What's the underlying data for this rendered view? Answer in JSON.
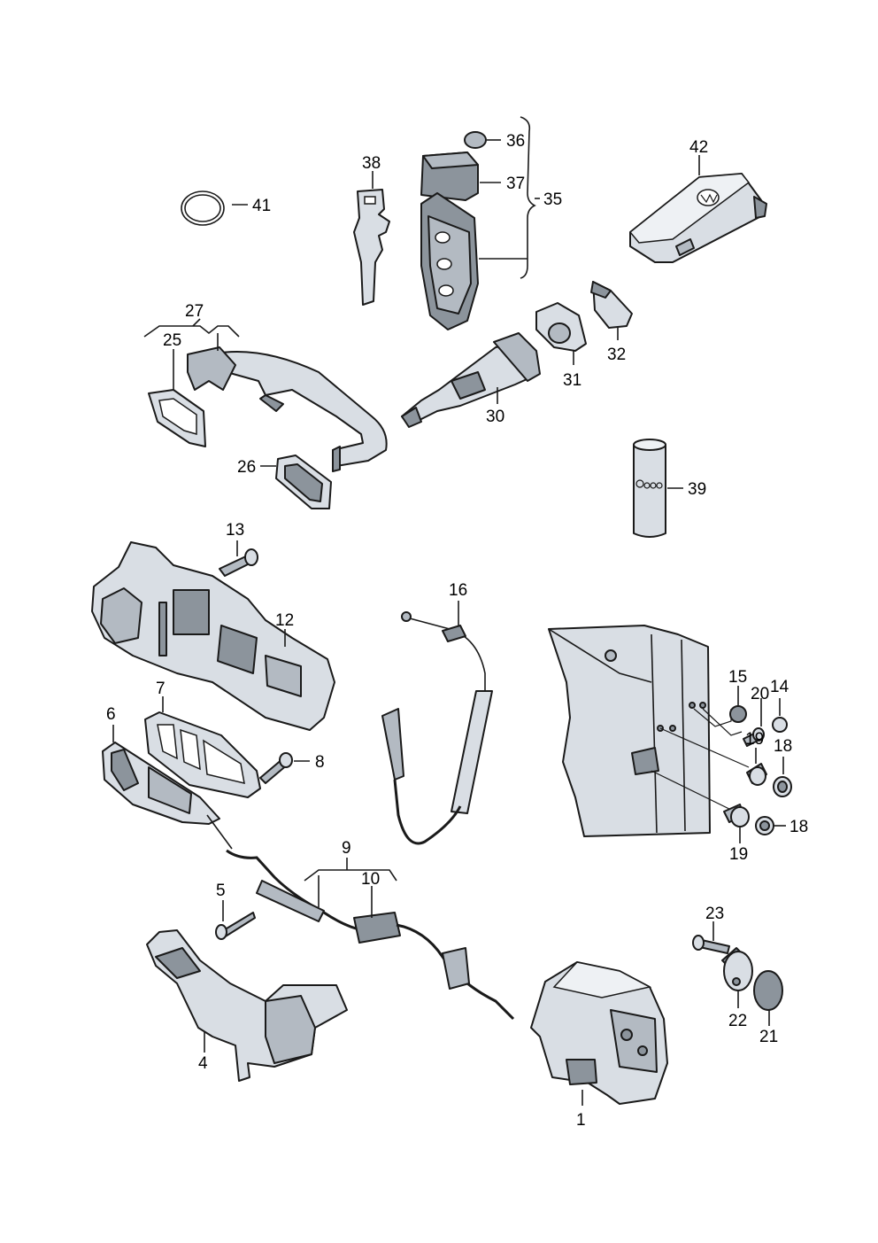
{
  "callouts": {
    "c1": "1",
    "c4": "4",
    "c5": "5",
    "c6": "6",
    "c7": "7",
    "c8": "8",
    "c9": "9",
    "c10": "10",
    "c12": "12",
    "c13": "13",
    "c14": "14",
    "c15": "15",
    "c16": "16",
    "c18a": "18",
    "c18b": "18",
    "c19a": "19",
    "c19b": "19",
    "c20": "20",
    "c21": "21",
    "c22": "22",
    "c23": "23",
    "c25": "25",
    "c26": "26",
    "c27": "27",
    "c30": "30",
    "c31": "31",
    "c32": "32",
    "c35": "35",
    "c36": "36",
    "c37": "37",
    "c38": "38",
    "c39": "39",
    "c41": "41",
    "c42": "42"
  }
}
